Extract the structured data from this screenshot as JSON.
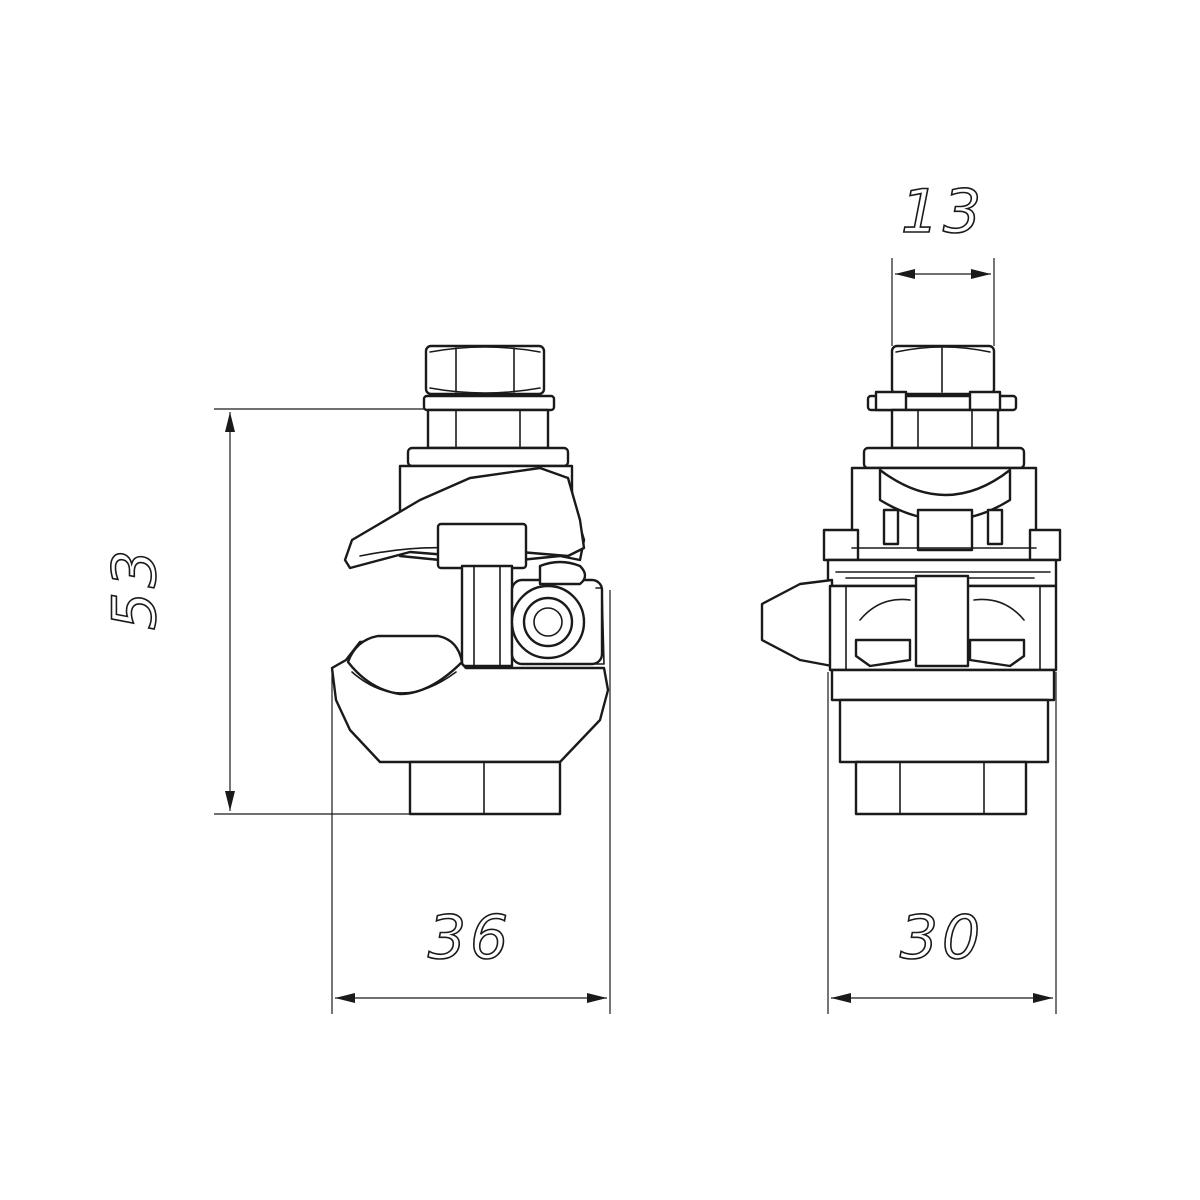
{
  "dimensions": {
    "height_side": "53",
    "width_side": "36",
    "bolt_front": "13",
    "width_front": "30"
  },
  "colors": {
    "line": "#1a1a1a",
    "background": "#ffffff"
  }
}
